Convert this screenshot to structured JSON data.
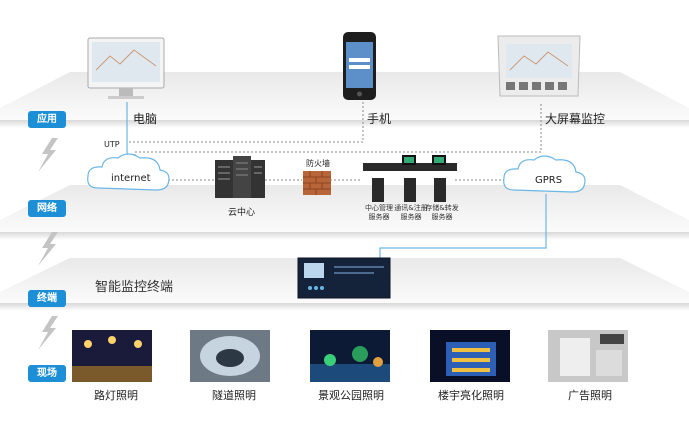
{
  "tiers": {
    "app": "应用",
    "network": "网络",
    "terminal": "终端",
    "field": "现场"
  },
  "devices": {
    "pc": "电脑",
    "phone": "手机",
    "wall": "大屏幕监控"
  },
  "network": {
    "utp": "UTP",
    "internet": "internet",
    "cloud_center": "云中心",
    "firewall": "防火墙",
    "gprs": "GPRS",
    "server1": "中心管理\n服务器",
    "server2": "通讯&注册\n服务器",
    "server3": "存储&转发\n服务器"
  },
  "terminal": {
    "label": "智能监控终端"
  },
  "scenes": {
    "s1": "路灯照明",
    "s2": "隧道照明",
    "s3": "景观公园照明",
    "s4": "楼宇亮化照明",
    "s5": "广告照明"
  },
  "colors": {
    "accent": "#1c8fd6",
    "line": "#6ab7e6",
    "plane": "#efefef"
  }
}
